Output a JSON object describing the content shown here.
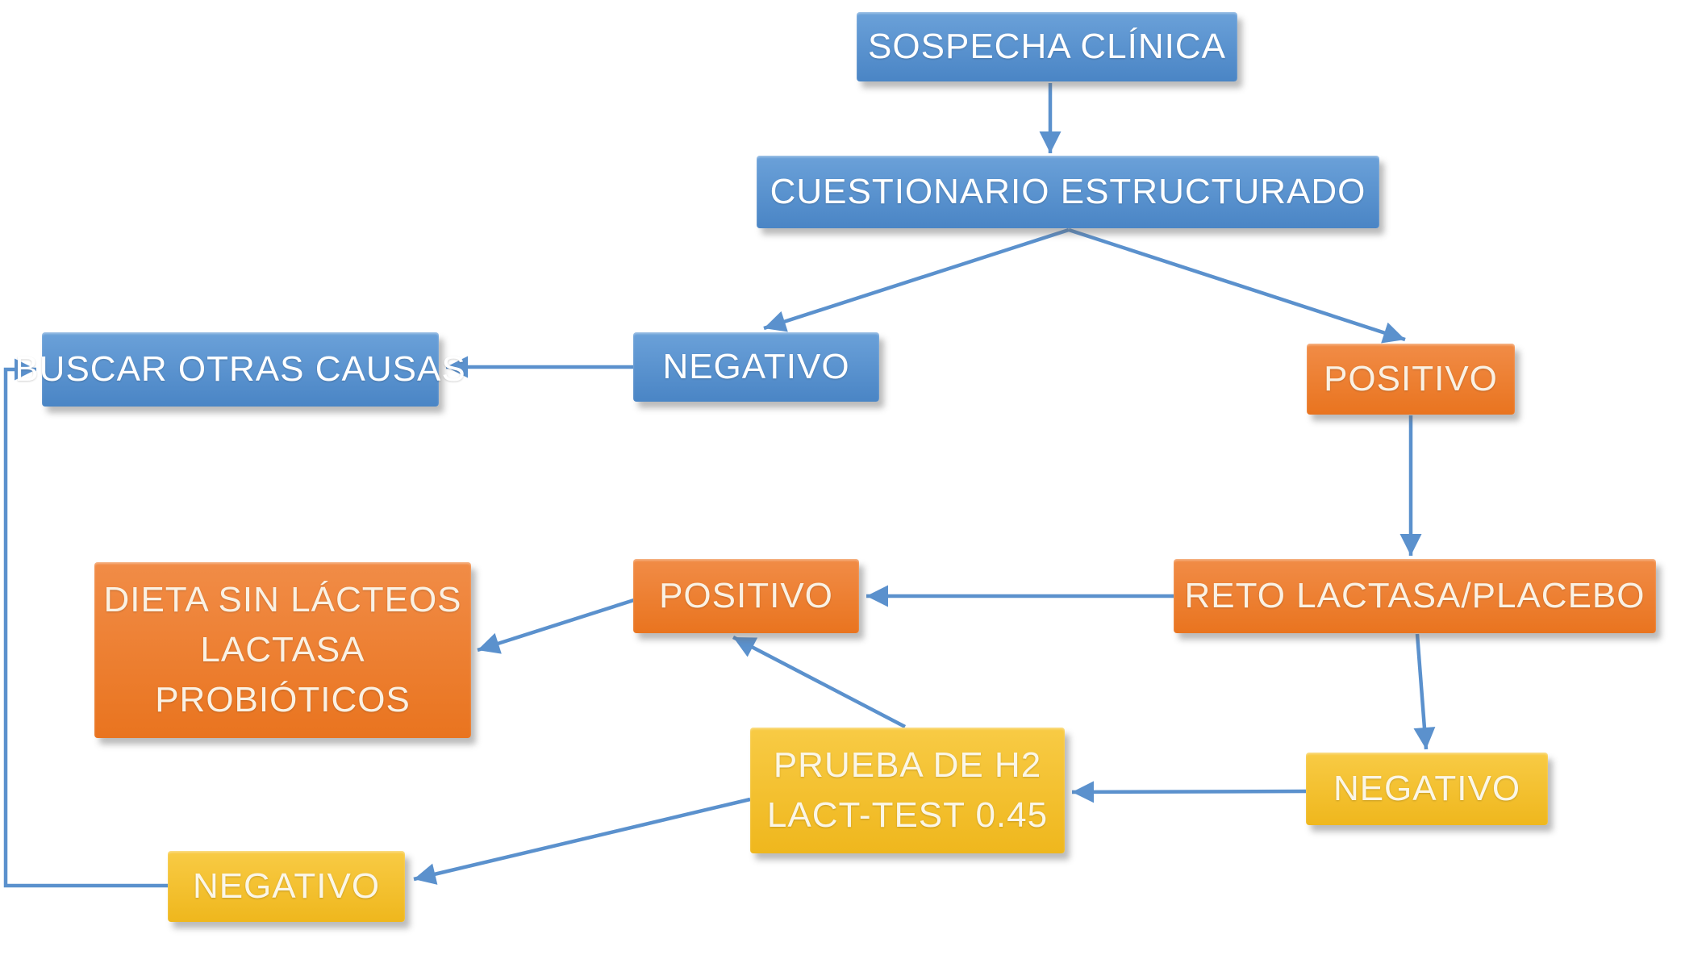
{
  "diagram": {
    "background_color": "#ffffff",
    "arrow_color": "#5b91cd",
    "node_colors": {
      "blue": "#4f8ac9",
      "orange": "#ec7c2d",
      "yellow": "#f3c02c"
    },
    "nodes": [
      {
        "id": "sospecha-clinica",
        "label": "SOSPECHA CLÍNICA",
        "color": "blue"
      },
      {
        "id": "cuestionario-estructurado",
        "label": "CUESTIONARIO ESTRUCTURADO",
        "color": "blue"
      },
      {
        "id": "buscar-otras-causas",
        "label": "BUSCAR OTRAS CAUSAS",
        "color": "blue"
      },
      {
        "id": "negativo-cuestionario",
        "label": "NEGATIVO",
        "color": "blue"
      },
      {
        "id": "positivo-cuestionario",
        "label": "POSITIVO",
        "color": "orange"
      },
      {
        "id": "dieta-tratamiento",
        "lines": [
          "DIETA SIN LÁCTEOS",
          "LACTASA",
          "PROBIÓTICOS"
        ],
        "color": "orange"
      },
      {
        "id": "positivo-reto",
        "label": "POSITIVO",
        "color": "orange"
      },
      {
        "id": "reto-lactasa-placebo",
        "label": "RETO LACTASA/PLACEBO",
        "color": "orange"
      },
      {
        "id": "prueba-h2",
        "lines": [
          "PRUEBA DE H2",
          "LACT-TEST 0.45"
        ],
        "color": "yellow"
      },
      {
        "id": "negativo-reto",
        "label": "NEGATIVO",
        "color": "yellow"
      },
      {
        "id": "negativo-prueba-h2",
        "label": "NEGATIVO",
        "color": "yellow"
      }
    ],
    "edges": [
      {
        "from": "sospecha-clinica",
        "to": "cuestionario-estructurado"
      },
      {
        "from": "cuestionario-estructurado",
        "to": "negativo-cuestionario"
      },
      {
        "from": "cuestionario-estructurado",
        "to": "positivo-cuestionario"
      },
      {
        "from": "negativo-cuestionario",
        "to": "buscar-otras-causas"
      },
      {
        "from": "positivo-cuestionario",
        "to": "reto-lactasa-placebo"
      },
      {
        "from": "reto-lactasa-placebo",
        "to": "positivo-reto"
      },
      {
        "from": "positivo-reto",
        "to": "dieta-tratamiento"
      },
      {
        "from": "reto-lactasa-placebo",
        "to": "negativo-reto"
      },
      {
        "from": "negativo-reto",
        "to": "prueba-h2"
      },
      {
        "from": "prueba-h2",
        "to": "positivo-reto"
      },
      {
        "from": "prueba-h2",
        "to": "negativo-prueba-h2"
      },
      {
        "from": "negativo-prueba-h2",
        "to": "buscar-otras-causas"
      }
    ]
  }
}
